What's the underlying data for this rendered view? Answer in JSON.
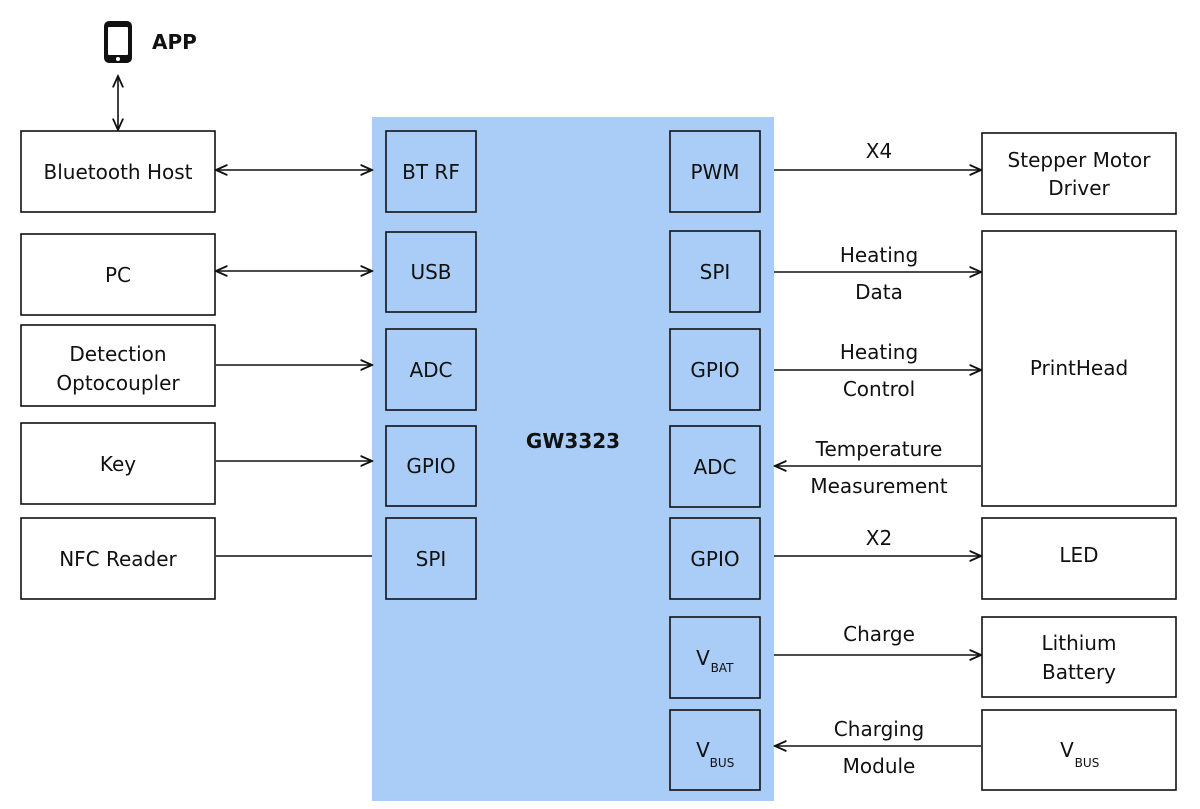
{
  "app": "APP",
  "chip": "GW3323",
  "left_blocks": {
    "bluetooth": "Bluetooth Host",
    "pc": "PC",
    "detection": [
      "Detection",
      "Optocoupler"
    ],
    "key": "Key",
    "nfc": "NFC Reader"
  },
  "left_pins": {
    "bt": "BT RF",
    "usb": "USB",
    "adc": "ADC",
    "gpio": "GPIO",
    "spi": "SPI"
  },
  "right_pins": {
    "pwm": "PWM",
    "spi": "SPI",
    "gpio1": "GPIO",
    "adc": "ADC",
    "gpio2": "GPIO",
    "vbat_main": "V",
    "vbat_sub": "BAT",
    "vbus_main": "V",
    "vbus_sub": "BUS"
  },
  "right_blocks": {
    "stepper": [
      "Stepper Motor",
      "Driver"
    ],
    "printhead": "PrintHead",
    "led": "LED",
    "battery": [
      "Lithium",
      "Battery"
    ],
    "vbus_main": "V",
    "vbus_sub": "BUS"
  },
  "signals": {
    "x4": "X4",
    "heating_data": [
      "Heating",
      "Data"
    ],
    "heating_control": [
      "Heating",
      "Control"
    ],
    "temperature": [
      "Temperature",
      "Measurement"
    ],
    "x2": "X2",
    "charge": "Charge",
    "charging_module": [
      "Charging",
      "Module"
    ]
  }
}
